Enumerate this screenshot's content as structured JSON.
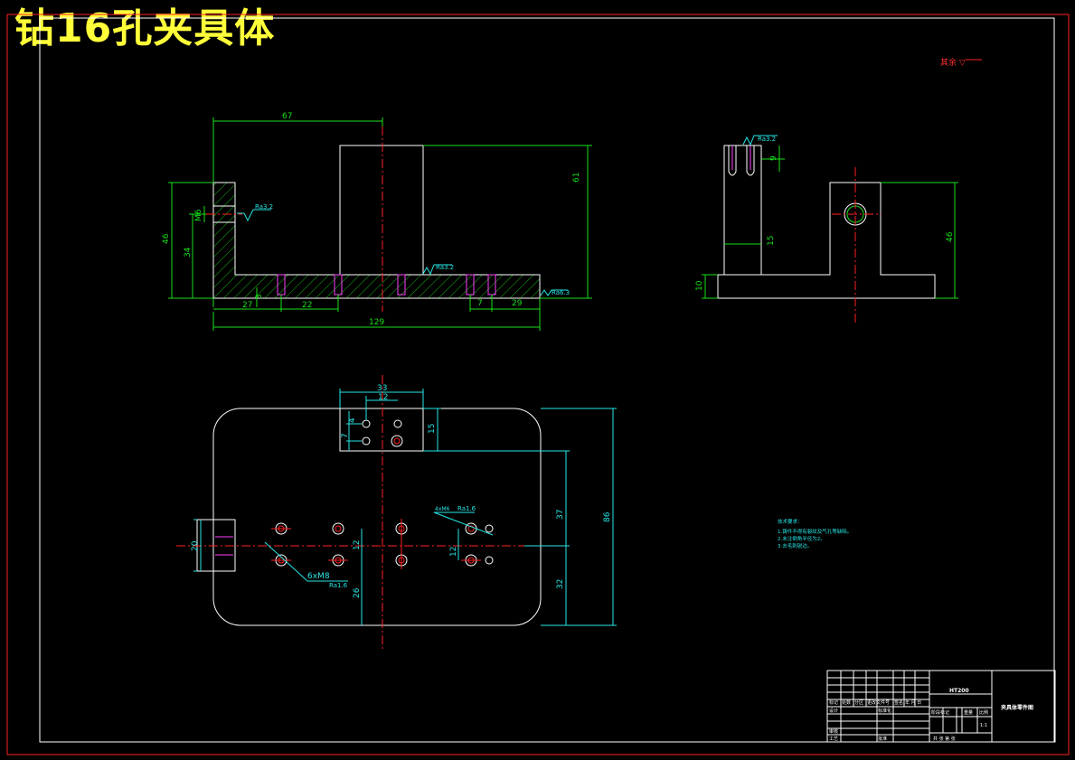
{
  "title": "钻16孔夹具体",
  "corner_note": "其余 ▽",
  "roughness": {
    "r32": "Ra3.2",
    "r63": "Ra6.3",
    "r16": "Ra1.6"
  },
  "dims": {
    "front": [
      "67",
      "61",
      "46",
      "34",
      "M6",
      "27",
      "22",
      "7",
      "29",
      "129",
      "3"
    ],
    "side": [
      "9",
      "15",
      "46",
      "10"
    ],
    "plan": [
      "33",
      "12",
      "7",
      "4",
      "15",
      "37",
      "86",
      "20",
      "12",
      "12",
      "26",
      "32"
    ],
    "thread1": "6xM8",
    "thread2": "4xM6"
  },
  "tech_notes": {
    "heading": "技术要求：",
    "items": [
      "1.铸件不得有裂纹及气孔等缺陷。",
      "2.未注倒角半径为2。",
      "3.去毛刺锐边。"
    ]
  },
  "title_block": {
    "material": "HT200",
    "name": "夹具体零件图",
    "labels": [
      "标记",
      "处数",
      "分区",
      "更改文件号",
      "签名",
      "年 月 日",
      "设计",
      "标准化",
      "阶段标记",
      "重量",
      "比例",
      "审核",
      "工艺",
      "批准",
      "共 张 第 张",
      "1:1"
    ]
  }
}
